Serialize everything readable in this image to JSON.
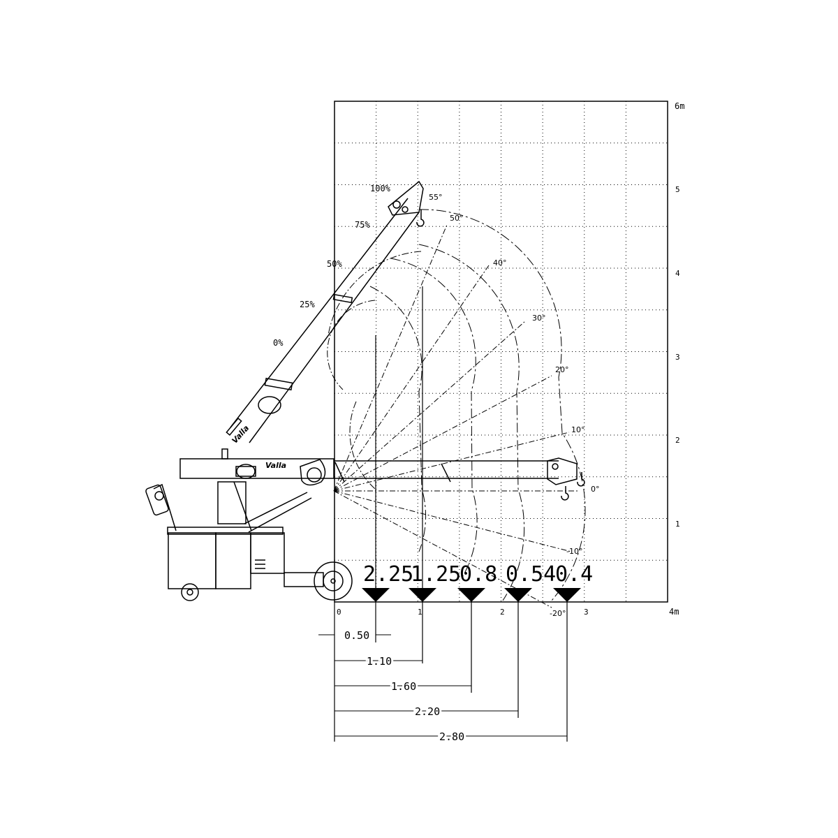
{
  "axis": {
    "x_top_label": "4m",
    "y_top_label": "6m",
    "x_ticks": [
      "0",
      "1",
      "2",
      "3"
    ],
    "y_ticks": [
      "1",
      "2",
      "3",
      "4",
      "5"
    ]
  },
  "boom_extension": [
    "100%",
    "75%",
    "50%",
    "25%",
    "0%"
  ],
  "angles": [
    "55°",
    "50°",
    "40°",
    "30°",
    "20°",
    "10°",
    "0°",
    "-10°",
    "-20°"
  ],
  "loads": [
    "2.25",
    "1.25",
    "0.8",
    "0.54",
    "0.4"
  ],
  "dimensions": [
    "0.50",
    "1.10",
    "1.60",
    "2.20",
    "2.80"
  ],
  "brand": "Valla"
}
